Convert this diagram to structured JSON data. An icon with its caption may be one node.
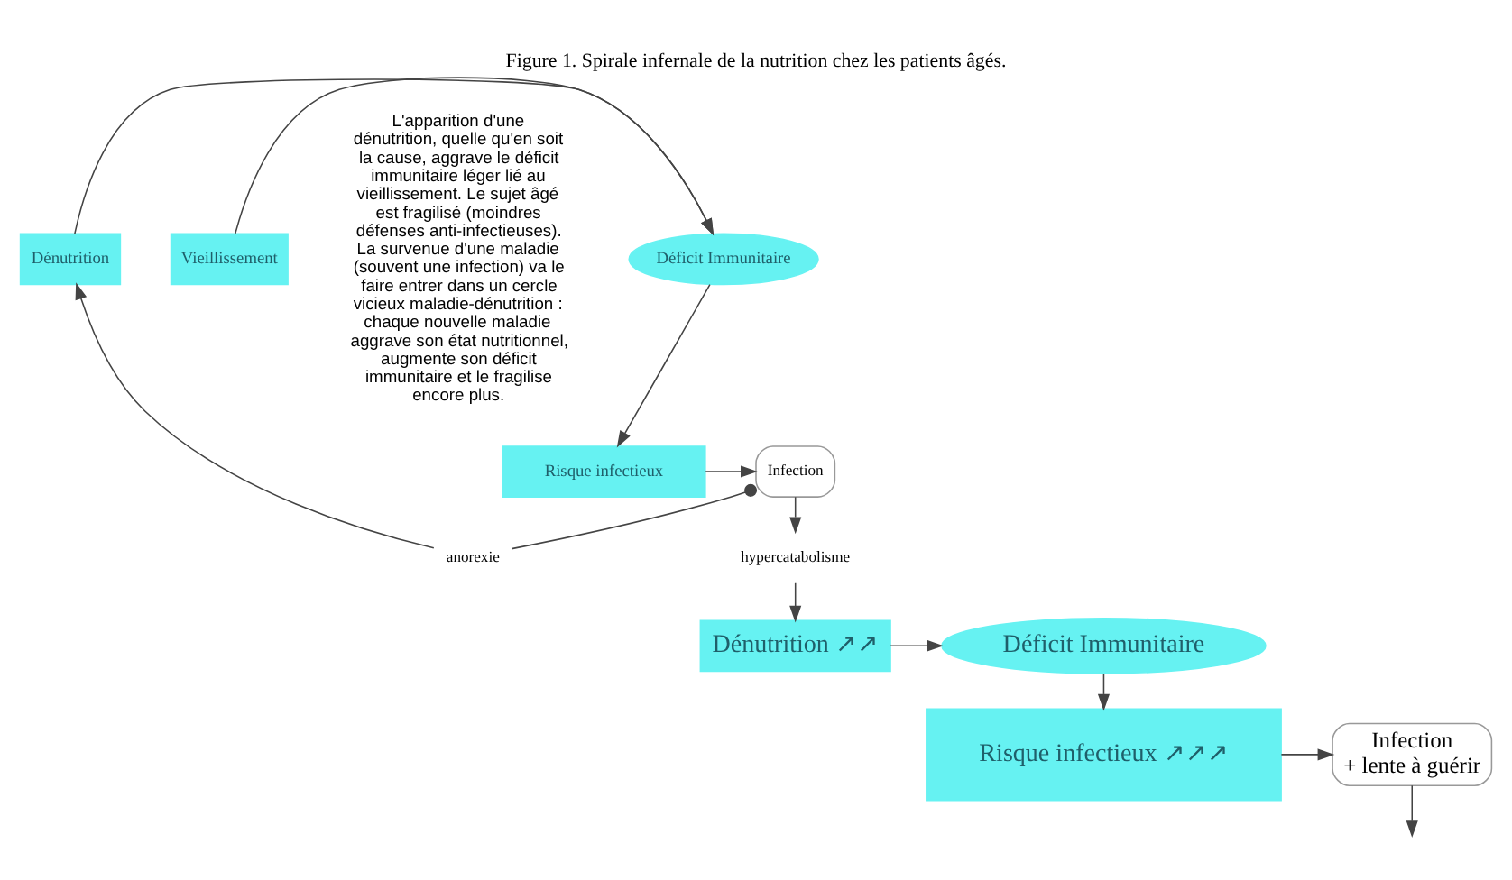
{
  "diagram": {
    "caption": "Figure 1. Spirale infernale de la nutrition chez les patients âgés.",
    "nodes": [
      {
        "text": [
          "Dénutrition"
        ]
      },
      {
        "text": [
          "Déficit Immunitaire"
        ]
      },
      {
        "text": [
          "Vieillissement"
        ]
      },
      {
        "text": [
          "Risque infectieux"
        ]
      },
      {
        "text": [
          "Infection"
        ]
      },
      {
        "text": [
          "anorexie"
        ]
      },
      {
        "text": [
          "hypercatabolisme"
        ]
      },
      {
        "text": [
          "Dénutrition ↗↗"
        ]
      },
      {
        "text": [
          "Déficit Immunitaire"
        ]
      },
      {
        "text": [
          "Risque infectieux ↗↗↗"
        ]
      },
      {
        "text": [
          "Infection",
          "+ lente à guérir"
        ]
      }
    ],
    "edges": [
      {
        "from": 0,
        "to": 1,
        "arrow": "to"
      },
      {
        "from": 2,
        "to": 1,
        "arrow": "to"
      },
      {
        "from": 1,
        "to": 3,
        "arrow": "to"
      },
      {
        "from": 3,
        "to": 4,
        "arrow": "to"
      },
      {
        "from": 4,
        "to": 5,
        "arrow": "other"
      },
      {
        "from": 5,
        "to": 0,
        "arrow": "to"
      },
      {
        "from": 4,
        "to": 6,
        "arrow": "to"
      },
      {
        "from": 6,
        "to": 7,
        "arrow": "to"
      },
      {
        "from": 7,
        "to": 8,
        "arrow": "to"
      },
      {
        "from": 8,
        "to": 9,
        "arrow": "to"
      },
      {
        "from": 9,
        "to": 10,
        "arrow": "to"
      },
      {
        "from": 10,
        "to": null,
        "arrow": "to"
      }
    ],
    "labels": [
      "L'apparition d'une dénutrition, quelle qu'en soit la cause, aggrave le déficit immunitaire léger lié au vieillissement. Le sujet âgé est fragilisé (moindres défenses anti-infectieuses). La survenue d'une maladie (souvent une infection) va le faire entrer dans un cercle vicieux maladie-dénutrition : chaque nouvelle maladie aggrave son état nutritionnel, augmente son déficit immunitaire et le fragilise encore plus."
    ]
  }
}
